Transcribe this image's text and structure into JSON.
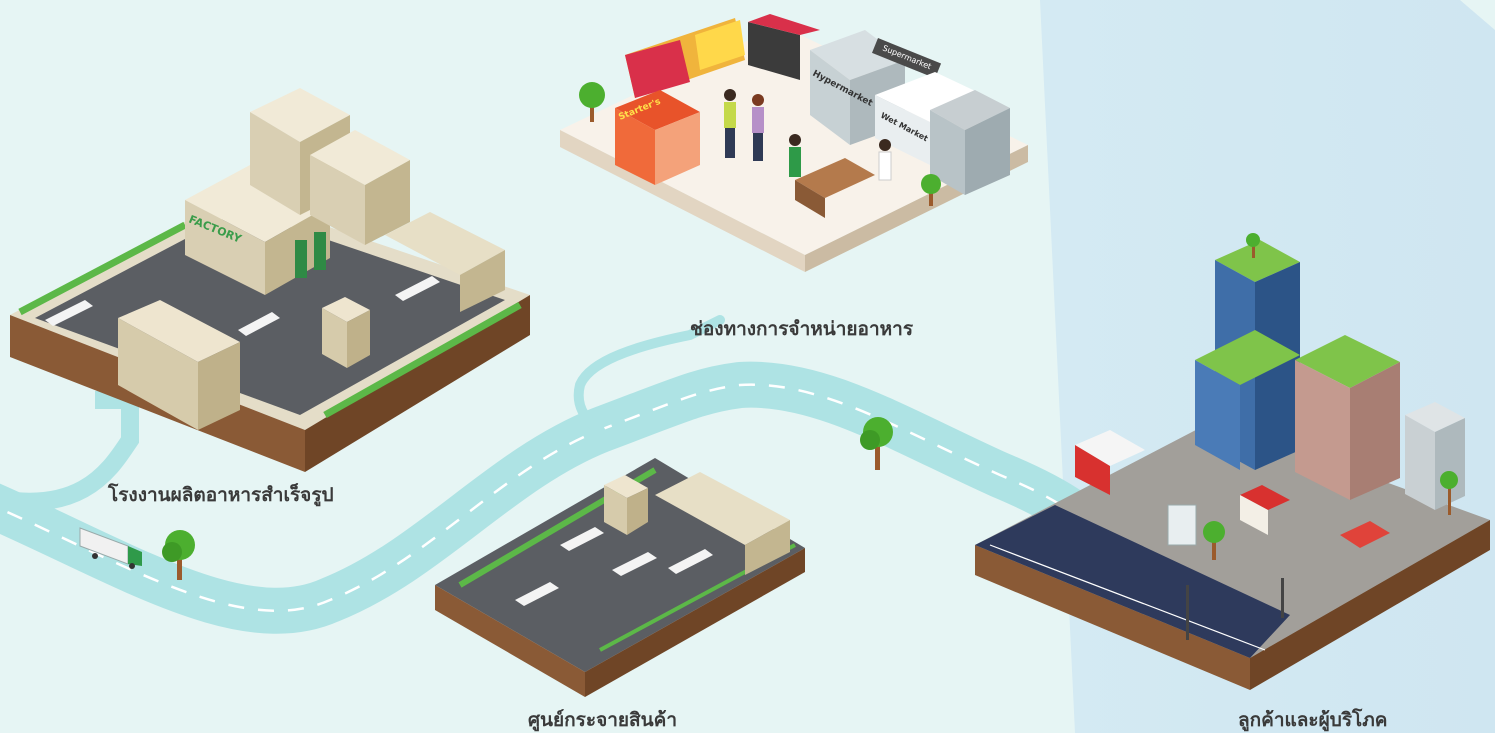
{
  "diagram": {
    "nodes": [
      {
        "id": "factory",
        "label": "โรงงานผลิตอาหารสำเร็จรูป",
        "sign": "FACTORY"
      },
      {
        "id": "retail",
        "label": "ช่องทางการจำหน่ายอาหาร",
        "signs": [
          "Hypermarket",
          "Supermarket",
          "Wet Market",
          "Starter's"
        ]
      },
      {
        "id": "distribution",
        "label": "ศูนย์กระจายสินค้า"
      },
      {
        "id": "consumer",
        "label": "ลูกค้าและผู้บริโภค"
      }
    ],
    "colors": {
      "background": "#e6f5f4",
      "consumer_panel": "#d2e9f2",
      "road": "#aee3e4",
      "road_dash": "#ffffff",
      "ground": "#8a5a36",
      "asphalt": "#5b5e63",
      "label_text": "#3a3a3a"
    }
  }
}
